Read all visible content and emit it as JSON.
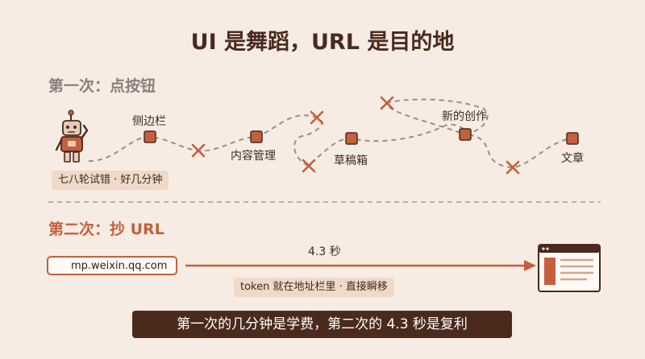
{
  "title": "UI 是舞蹈，URL 是目的地",
  "section_one": {
    "heading": "第一次：点按钮",
    "nodes": [
      "侧边栏",
      "内容管理",
      "草稿箱",
      "新的创作",
      "文章"
    ],
    "caption": "七八轮试错 · 好几分钟"
  },
  "section_two": {
    "heading": "第二次：抄 URL",
    "url": "mp.weixin.qq.com",
    "speed": "4.3 秒",
    "caption": "token 就在地址栏里 · 直接瞬移"
  },
  "footer": "第一次的几分钟是学费，第二次的 4.3 秒是复利",
  "colors": {
    "accent": "#c4603e",
    "dark": "#4a2a1c",
    "background": "#f6ece4",
    "path": "#9a8f88"
  },
  "icons": {
    "robot": "robot-icon",
    "failure": "cross-icon",
    "search": "search-icon",
    "destination": "browser-window-icon"
  }
}
